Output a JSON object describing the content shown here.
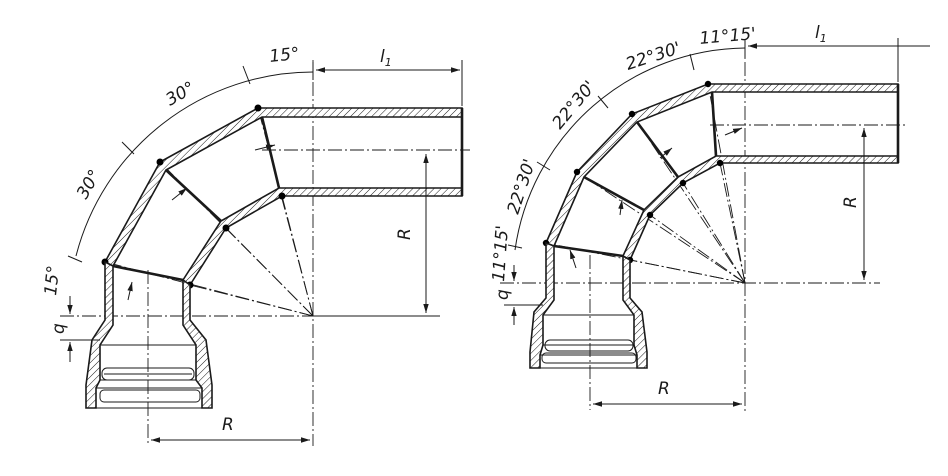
{
  "left_bend": {
    "angles": [
      "15°",
      "30°",
      "30°",
      "15°"
    ],
    "length_label": "l",
    "length_sub": "1",
    "radius_label_vertical": "R",
    "radius_label_horizontal": "R",
    "offset_label": "q"
  },
  "right_bend": {
    "angles": [
      "11°15'",
      "22°30'",
      "22°30'",
      "22°30'",
      "11°15'"
    ],
    "length_label": "l",
    "length_sub": "1",
    "radius_label_vertical": "R",
    "radius_label_horizontal": "R",
    "offset_label": "q"
  },
  "colors": {
    "line": "#1a1a1a",
    "background": "#ffffff"
  }
}
